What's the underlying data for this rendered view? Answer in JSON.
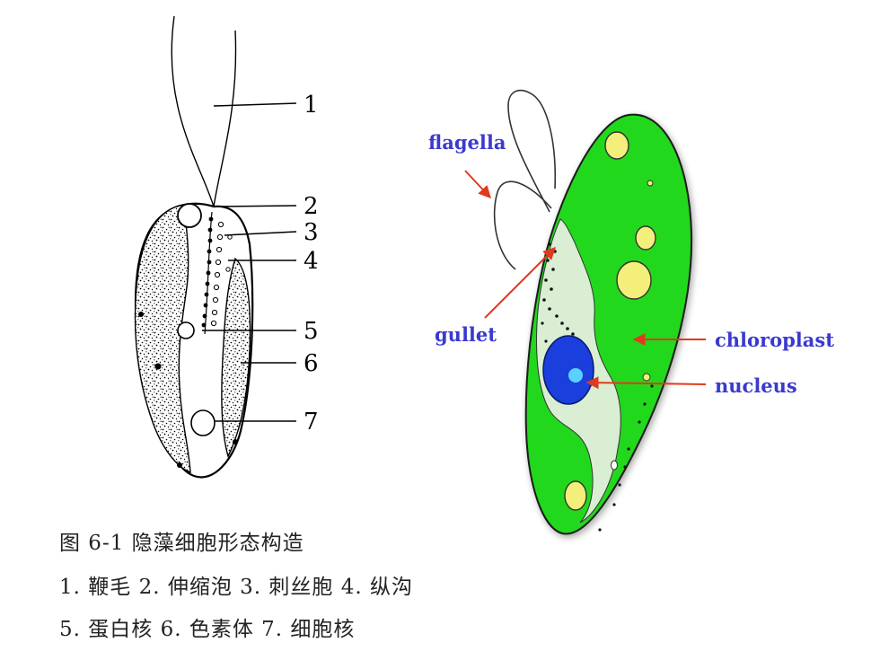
{
  "left_figure": {
    "callouts": [
      "1",
      "2",
      "3",
      "4",
      "5",
      "6",
      "7"
    ]
  },
  "right_figure": {
    "labels": {
      "flagella": "flagella",
      "gullet": "gullet",
      "chloroplast": "chloroplast",
      "nucleus": "nucleus"
    }
  },
  "colors": {
    "label_text": "#3a3ad0",
    "arrow": "#e03a20",
    "chloroplast_green": "#22d81c",
    "nucleus_blue": "#1a3fdc",
    "nucleolus_cyan": "#5ad2ff",
    "gullet_pale": "#d9eed3",
    "pyrenoid_yellow": "#f3ef7a"
  },
  "caption": {
    "line1": "图 6-1  隐藻细胞形态构造",
    "line2": "1. 鞭毛 2. 伸缩泡 3. 刺丝胞 4. 纵沟",
    "line3": "5. 蛋白核 6. 色素体 7. 细胞核"
  }
}
